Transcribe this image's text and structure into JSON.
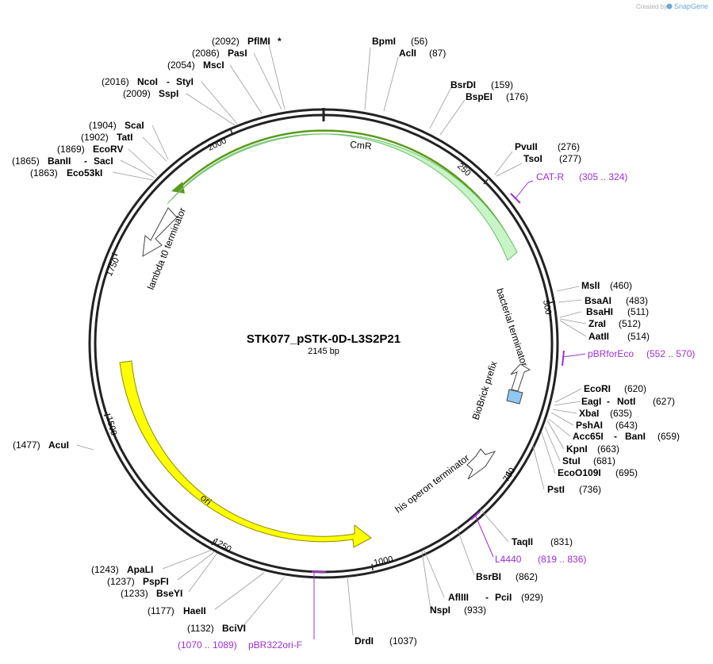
{
  "credit": {
    "created_by": "Created by",
    "brand": "SnapGene"
  },
  "plasmid": {
    "name": "STK077_pSTK-0D-L3S2P21",
    "size": "2145 bp"
  },
  "features": [
    {
      "name": "CmR",
      "color": "#c8f5c8"
    },
    {
      "name": "lambda t0 terminator",
      "color": "#ffffff"
    },
    {
      "name": "ori",
      "color": "#ffff00"
    },
    {
      "name": "bacterial terminator",
      "color": "#ffffff"
    },
    {
      "name": "BioBrick prefix",
      "color": "#8fc8f0"
    },
    {
      "name": "his operon terminator",
      "color": "#ffffff"
    }
  ],
  "ticks": [
    "250",
    "500",
    "750",
    "1000",
    "1250",
    "1500",
    "1750",
    "2000"
  ],
  "enzymes": [
    {
      "name": "BpmI",
      "pos": "(56)"
    },
    {
      "name": "AclI",
      "pos": "(87)"
    },
    {
      "name": "BsrDI",
      "pos": "(159)"
    },
    {
      "name": "BspEI",
      "pos": "(176)"
    },
    {
      "name": "PvuII",
      "pos": "(276)"
    },
    {
      "name": "TsoI",
      "pos": "(277)"
    },
    {
      "name": "MslI",
      "pos": "(460)"
    },
    {
      "name": "BsaAI",
      "pos": "(483)"
    },
    {
      "name": "BsaHI",
      "pos": "(511)"
    },
    {
      "name": "ZraI",
      "pos": "(512)"
    },
    {
      "name": "AatII",
      "pos": "(514)"
    },
    {
      "name": "EcoRI",
      "pos": "(620)"
    },
    {
      "name": "EagI",
      "name2": "NotI",
      "pos": "(627)"
    },
    {
      "name": "XbaI",
      "pos": "(635)"
    },
    {
      "name": "PshAI",
      "pos": "(643)"
    },
    {
      "name": "Acc65I",
      "name2": "BanI",
      "pos": "(659)"
    },
    {
      "name": "KpnI",
      "pos": "(663)"
    },
    {
      "name": "StuI",
      "pos": "(681)"
    },
    {
      "name": "EcoO109I",
      "pos": "(695)"
    },
    {
      "name": "PstI",
      "pos": "(736)"
    },
    {
      "name": "TaqII",
      "pos": "(831)"
    },
    {
      "name": "BsrBI",
      "pos": "(862)"
    },
    {
      "name": "AflIII",
      "name2": "PciI",
      "pos": "(929)"
    },
    {
      "name": "NspI",
      "pos": "(933)"
    },
    {
      "name": "DrdI",
      "pos": "(1037)"
    },
    {
      "name": "BciVI",
      "pos": "(1132)"
    },
    {
      "name": "HaeII",
      "pos": "(1177)"
    },
    {
      "name": "BseYI",
      "pos": "(1233)"
    },
    {
      "name": "PspFI",
      "pos": "(1237)"
    },
    {
      "name": "ApaLI",
      "pos": "(1243)"
    },
    {
      "name": "AcuI",
      "pos": "(1477)"
    },
    {
      "name": "Eco53kI",
      "pos": "(1863)"
    },
    {
      "name": "BanII",
      "name2": "SacI",
      "pos": "(1865)"
    },
    {
      "name": "EcoRV",
      "pos": "(1869)"
    },
    {
      "name": "TatI",
      "pos": "(1902)"
    },
    {
      "name": "ScaI",
      "pos": "(1904)"
    },
    {
      "name": "SspI",
      "pos": "(2009)"
    },
    {
      "name": "NcoI",
      "name2": "StyI",
      "pos": "(2016)"
    },
    {
      "name": "MscI",
      "pos": "(2054)"
    },
    {
      "name": "PasI",
      "pos": "(2086)"
    },
    {
      "name": "PflMI",
      "pos": "(2092)",
      "mark": "*"
    }
  ],
  "primers": [
    {
      "name": "CAT-R",
      "range": "(305 .. 324)"
    },
    {
      "name": "pBRforEco",
      "range": "(552 .. 570)"
    },
    {
      "name": "L4440",
      "range": "(819 .. 836)"
    },
    {
      "name": "pBR322ori-F",
      "range": "(1070 .. 1089)"
    }
  ],
  "colors": {
    "primer": "#9b2fd6",
    "cmr_edge": "#5a9a1a",
    "leader": "#9a9a9a"
  }
}
